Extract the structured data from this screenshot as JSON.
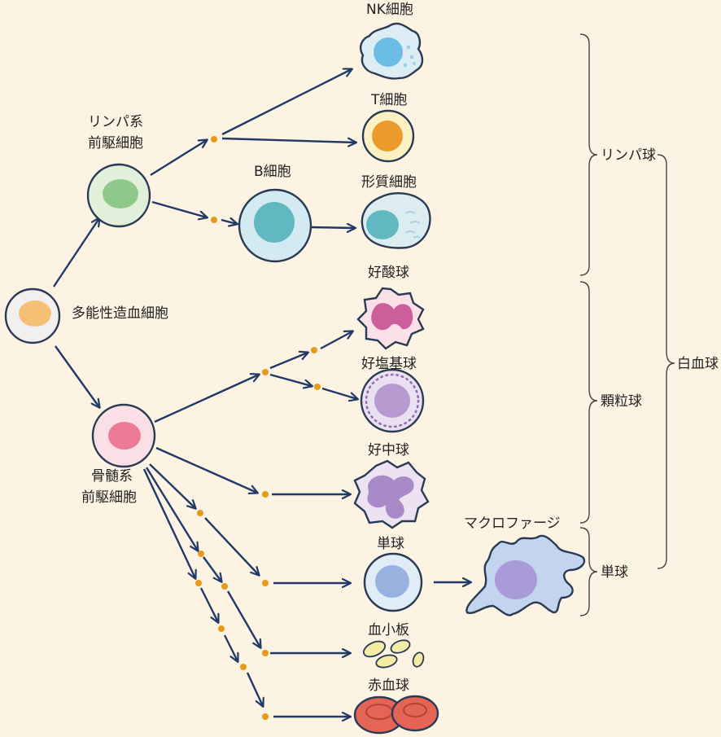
{
  "labels": {
    "hsc": "多能性造血細胞",
    "lymphoid_1": "リンパ系",
    "lymphoid_2": "前駆細胞",
    "myeloid_1": "骨髄系",
    "myeloid_2": "前駆細胞",
    "b_cell": "B細胞",
    "nk_cell": "NK細胞",
    "t_cell": "T細胞",
    "plasma_cell": "形質細胞",
    "eosinophil": "好酸球",
    "basophil": "好塩基球",
    "neutrophil": "好中球",
    "monocyte": "単球",
    "macrophage": "マクロファージ",
    "platelet": "血小板",
    "rbc": "赤血球"
  },
  "groups": {
    "lymphocyte": "リンパ球",
    "granulocyte": "顆粒球",
    "monocyte_group": "単球",
    "leukocyte": "白血球"
  },
  "colors": {
    "background": "#fdf3e3",
    "arrow": "#1f3a66",
    "dot": "#e69a1c",
    "hsc_nucleus": "#f5c076",
    "lymphoid_nucleus": "#8fc88a",
    "myeloid_nucleus": "#ec7a96",
    "b_nucleus": "#62b8c0",
    "t_nucleus": "#eb9a2c",
    "nk_nucleus": "#6cbde6",
    "eosinophil_nucleus": "#cc5e9a",
    "basophil_nucleus": "#b79ad0",
    "neutrophil_nucleus": "#a98ac8",
    "monocyte_nucleus": "#98b2e0",
    "macrophage_nucleus": "#a99ad8",
    "platelet": "#f3eca4",
    "rbc": "#e46555"
  }
}
